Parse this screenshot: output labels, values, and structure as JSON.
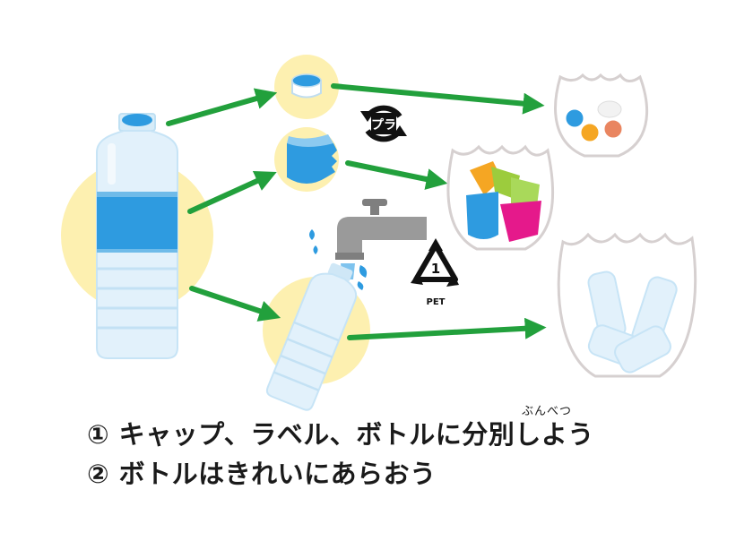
{
  "symbols": {
    "pla_label": "プラ",
    "pet_number": "1",
    "pet_label": "PET"
  },
  "captions": {
    "step1": "① キャップ、ラベル、ボトルに分別しよう",
    "step1_ruby": "ぶんべつ",
    "step2": "② ボトルはきれいにあらおう"
  },
  "colors": {
    "arrow": "#22a03c",
    "highlight": "#fdf0b0",
    "bottle_blue": "#2e9be0",
    "bottle_light": "#d7ecf8",
    "tap_gray": "#9a9a9a",
    "bag_outline": "#d6d0d0"
  }
}
